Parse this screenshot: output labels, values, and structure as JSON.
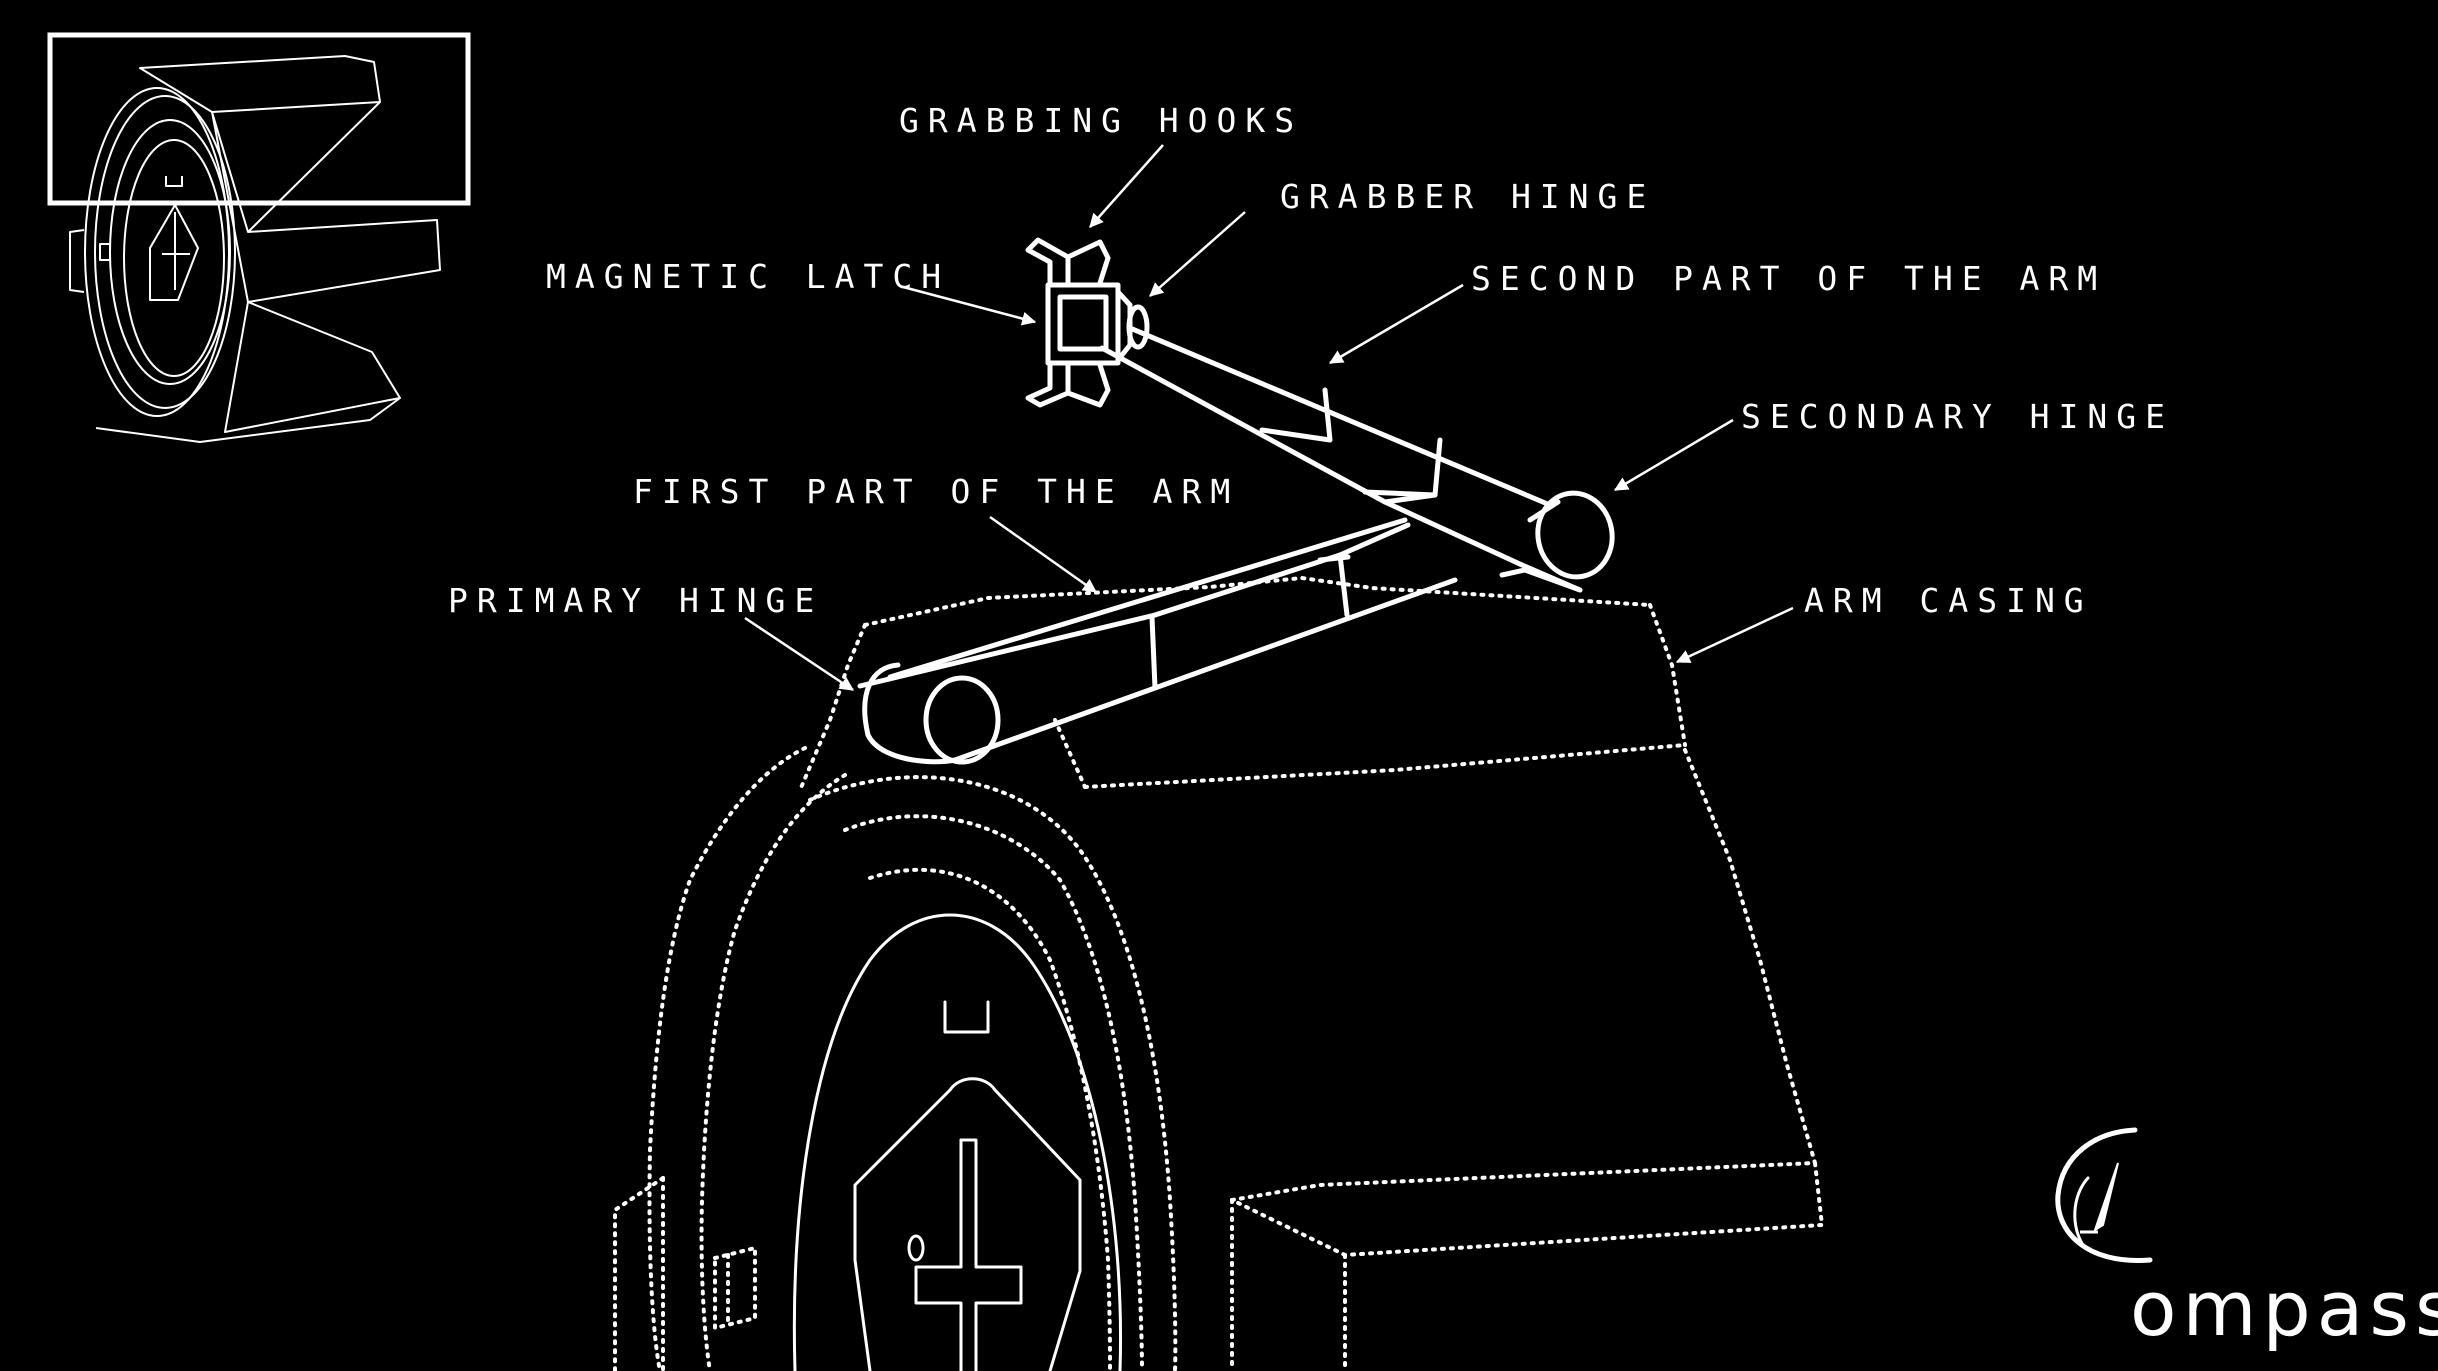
{
  "labels": {
    "grabbing_hooks": "GRABBING HOOKS",
    "grabber_hinge": "GRABBER HINGE",
    "magnetic_latch": "MAGNETIC LATCH",
    "second_part_of_arm": "SECOND PART OF THE ARM",
    "secondary_hinge": "SECONDARY HINGE",
    "first_part_of_arm": "FIRST PART OF THE ARM",
    "primary_hinge": "PRIMARY HINGE",
    "arm_casing": "ARM CASING"
  },
  "logo": {
    "text": "ompass",
    "full_name": "Compass",
    "icon": "compass-needle-icon"
  },
  "colors": {
    "background": "#000000",
    "line": "#ffffff"
  }
}
